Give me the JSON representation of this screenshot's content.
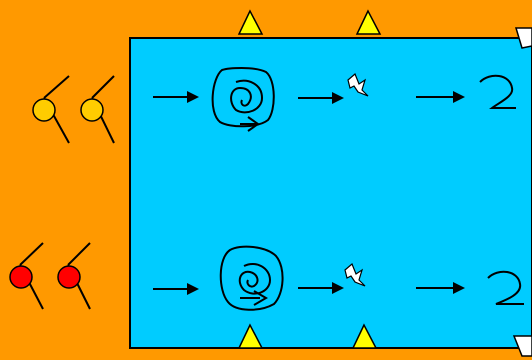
{
  "colors": {
    "background": "#FF9900",
    "arena": "#00CCFF",
    "outline": "#000000",
    "yellow_ball": "#FFCC00",
    "red_ball": "#FF0000",
    "bumper": "#FFFF00",
    "exit_gate": "#FFFFFF",
    "spark": "#FFFFFF"
  },
  "lanes": [
    {
      "name": "top-lane",
      "ball_color": "yellow_ball",
      "ball_count": 2
    },
    {
      "name": "bottom-lane",
      "ball_color": "red_ball",
      "ball_count": 2
    }
  ],
  "bumpers": {
    "top_count": 2,
    "bottom_count": 2
  },
  "lane_sequence": [
    "arrow",
    "spiral",
    "arrow",
    "spark",
    "arrow",
    "curl"
  ]
}
